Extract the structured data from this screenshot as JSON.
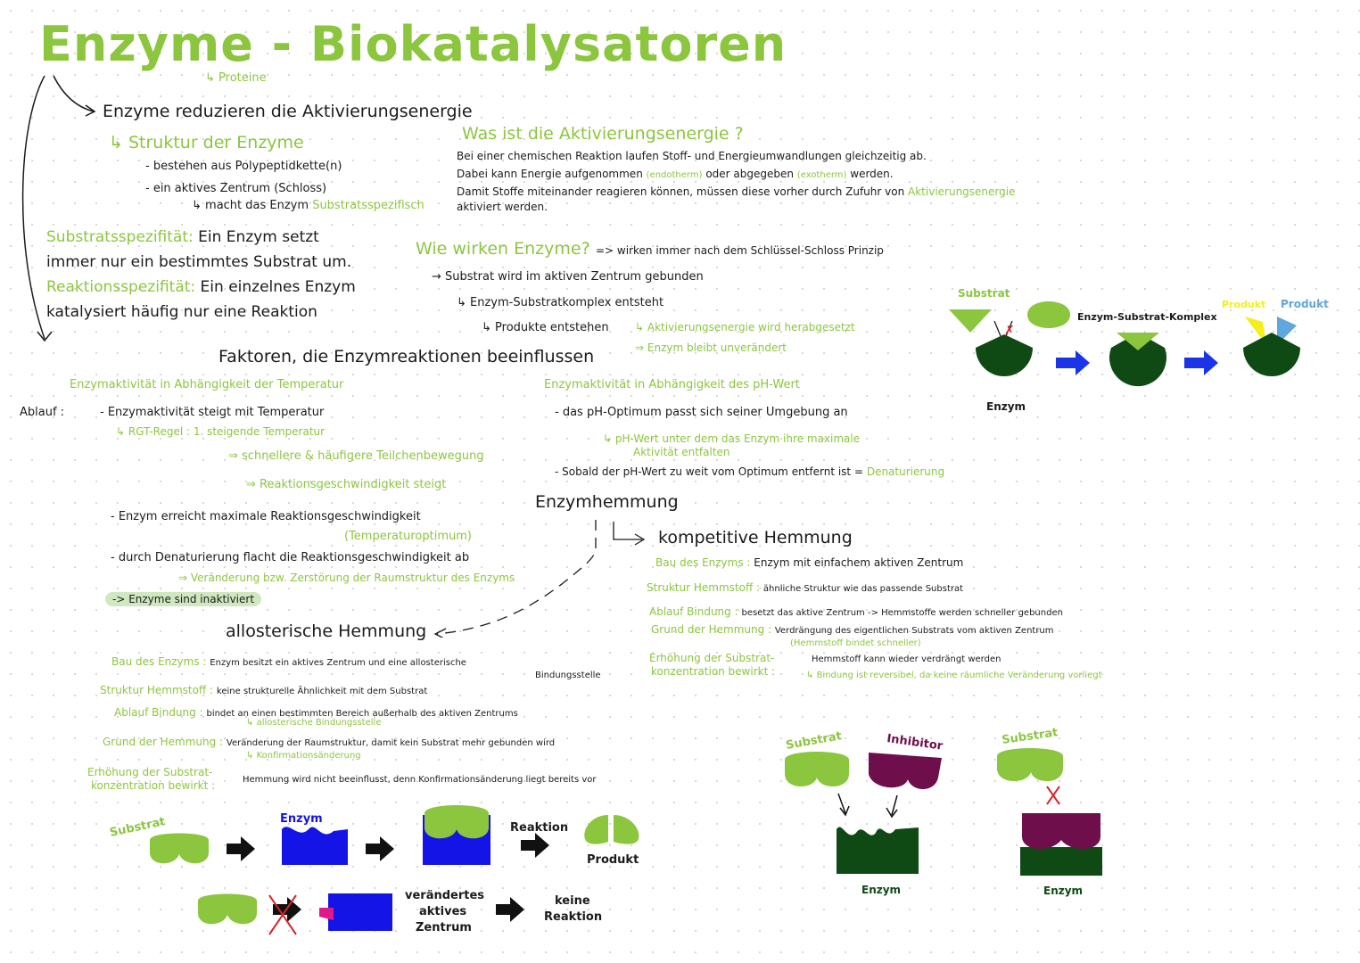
{
  "title": "Enzyme - Biokatalysatoren",
  "title_note": "Proteine",
  "intro": {
    "main": "Enzyme reduzieren die Aktivierungsenergie",
    "struktur_heading": "Struktur der Enzyme",
    "struktur_1": "- bestehen aus Polypeptidkette(n)",
    "struktur_2": "- ein aktives Zentrum (Schloss)",
    "struktur_3": "macht das Enzym",
    "struktur_3b": "Substratsspezifisch"
  },
  "spezifitaet": {
    "substrat_label": "Substratsspezifität:",
    "substrat_text_1": "Ein Enzym setzt",
    "substrat_text_2": "immer nur ein bestimmtes Substrat um.",
    "reaktion_label": "Reaktionsspezifität:",
    "reaktion_text_1": "Ein einzelnes Enzym",
    "reaktion_text_2": "katalysiert häufig nur eine Reaktion"
  },
  "aktivierung": {
    "heading": "Was ist die Aktivierungsenergie ?",
    "l1": "Bei einer chemischen Reaktion laufen Stoff- und Energieumwandlungen gleichzeitig ab.",
    "l2a": "Dabei kann Energie aufgenommen",
    "l2b": "(endotherm)",
    "l2c": "oder abgegeben",
    "l2d": "(exotherm)",
    "l2e": "werden.",
    "l3a": "Damit Stoffe miteinander reagieren können, müssen diese vorher durch Zufuhr von",
    "l3b": "Aktivierungsenergie",
    "l4": "aktiviert werden."
  },
  "wirkung": {
    "heading": "Wie wirken Enzyme?",
    "principle": "=> wirken immer nach dem Schlüssel-Schloss Prinzip",
    "s1": "Substrat wird im aktiven Zentrum gebunden",
    "s2": "Enzym-Substratkomplex entsteht",
    "s3": "Produkte entstehen",
    "s4": "Aktivierungsenergie wird herabgesetzt",
    "s5": "Enzym bleibt unverändert"
  },
  "diagram_top": {
    "substrat": "Substrat",
    "enzym": "Enzym",
    "komplex": "Enzym-Substrat-Komplex",
    "produkt1": "Produkt",
    "produkt2": "Produkt"
  },
  "faktoren": {
    "heading": "Faktoren, die Enzymreaktionen beeinflussen",
    "temp_heading": "Enzymaktivität in Abhängigkeit der Temperatur",
    "ablauf": "Ablauf :",
    "t1": "- Enzymaktivität steigt mit Temperatur",
    "t2": "RGT-Regel : 1. steigende Temperatur",
    "t3": "schnellere & häufigere Teilchenbewegung",
    "t4": "Reaktionsgeschwindigkeit steigt",
    "t5": "- Enzym erreicht maximale Reaktionsgeschwindigkeit",
    "t6": "(Temperaturoptimum)",
    "t7": "- durch Denaturierung flacht die Reaktionsgeschwindigkeit ab",
    "t8": "Veränderung bzw. Zerstörung der Raumstruktur des Enzyms",
    "t9": "-> Enzyme sind inaktiviert",
    "ph_heading": "Enzymaktivität in Abhängigkeit des pH-Wert",
    "p1": "- das pH-Optimum passt sich seiner Umgebung an",
    "p2": "pH-Wert unter dem das Enzym ihre maximale",
    "p2b": "Aktivität entfalten",
    "p3a": "- Sobald der pH-Wert zu weit vom Optimum entfernt ist =",
    "p3b": "Denaturierung"
  },
  "hemmung": {
    "heading": "Enzymhemmung",
    "komp_heading": "kompetitive Hemmung",
    "k1_label": "Bau des Enzyms :",
    "k1": "Enzym mit einfachem aktiven Zentrum",
    "k2_label": "Struktur Hemmstoff :",
    "k2": "ähnliche Struktur wie das passende Substrat",
    "k3_label": "Ablauf Bindung :",
    "k3": "besetzt das aktive Zentrum -> Hemmstoffe werden schneller gebunden",
    "k4_label": "Grund der Hemmung :",
    "k4": "Verdrängung des eigentlichen Substrats vom aktiven Zentrum",
    "k4b": "(Hemmstoff bindet schneller)",
    "k5_label1": "Erhöhung der Substrat-",
    "k5_label2": "konzentration bewirkt :",
    "k5": "Hemmstoff kann wieder verdrängt werden",
    "k5b": "Bindung ist reversibel, da keine räumliche Veränderung vorliegt",
    "allo_heading": "allosterische Hemmung",
    "a1_label": "Bau des Enzyms :",
    "a1": "Enzym besitzt ein aktives Zentrum und eine allosterische",
    "a1b": "Bindungsstelle",
    "a2_label": "Struktur Hemmstoff :",
    "a2": "keine strukturelle Ähnlichkeit mit dem Substrat",
    "a3_label": "Ablauf Bindung :",
    "a3": "bindet an einen bestimmten Bereich außerhalb des aktiven Zentrums",
    "a3b": "allosterische Bindungsstelle",
    "a4_label": "Grund der Hemmung :",
    "a4": "Veränderung der Raumstruktur, damit kein Substrat mehr gebunden wird",
    "a4b": "Konfirmationsänderung",
    "a5_label1": "Erhöhung der Substrat-",
    "a5_label2": "konzentration bewirkt :",
    "a5": "Hemmung wird nicht beeinflusst, denn Konfirmationsänderung liegt bereits vor"
  },
  "diagram_allo": {
    "substrat": "Substrat",
    "enzym": "Enzym",
    "reaktion": "Reaktion",
    "produkt": "Produkt",
    "veraendert1": "verändertes",
    "veraendert2": "aktives",
    "veraendert3": "Zentrum",
    "keine1": "keine",
    "keine2": "Reaktion"
  },
  "diagram_komp": {
    "substrat1": "Substrat",
    "inhibitor": "Inhibitor",
    "substrat2": "Substrat",
    "enzym1": "Enzym",
    "enzym2": "Enzym"
  },
  "colors": {
    "accent_green": "#8cc63f",
    "enzyme_dark_green": "#0f4a14",
    "enzyme_blue": "#1414e6",
    "inhibitor_purple": "#6e0f4b",
    "product_yellow": "#f5ee1a",
    "product_blue": "#5fa7dd",
    "arrow_blue": "#1b34e8",
    "highlight": "#cfe8c0"
  }
}
